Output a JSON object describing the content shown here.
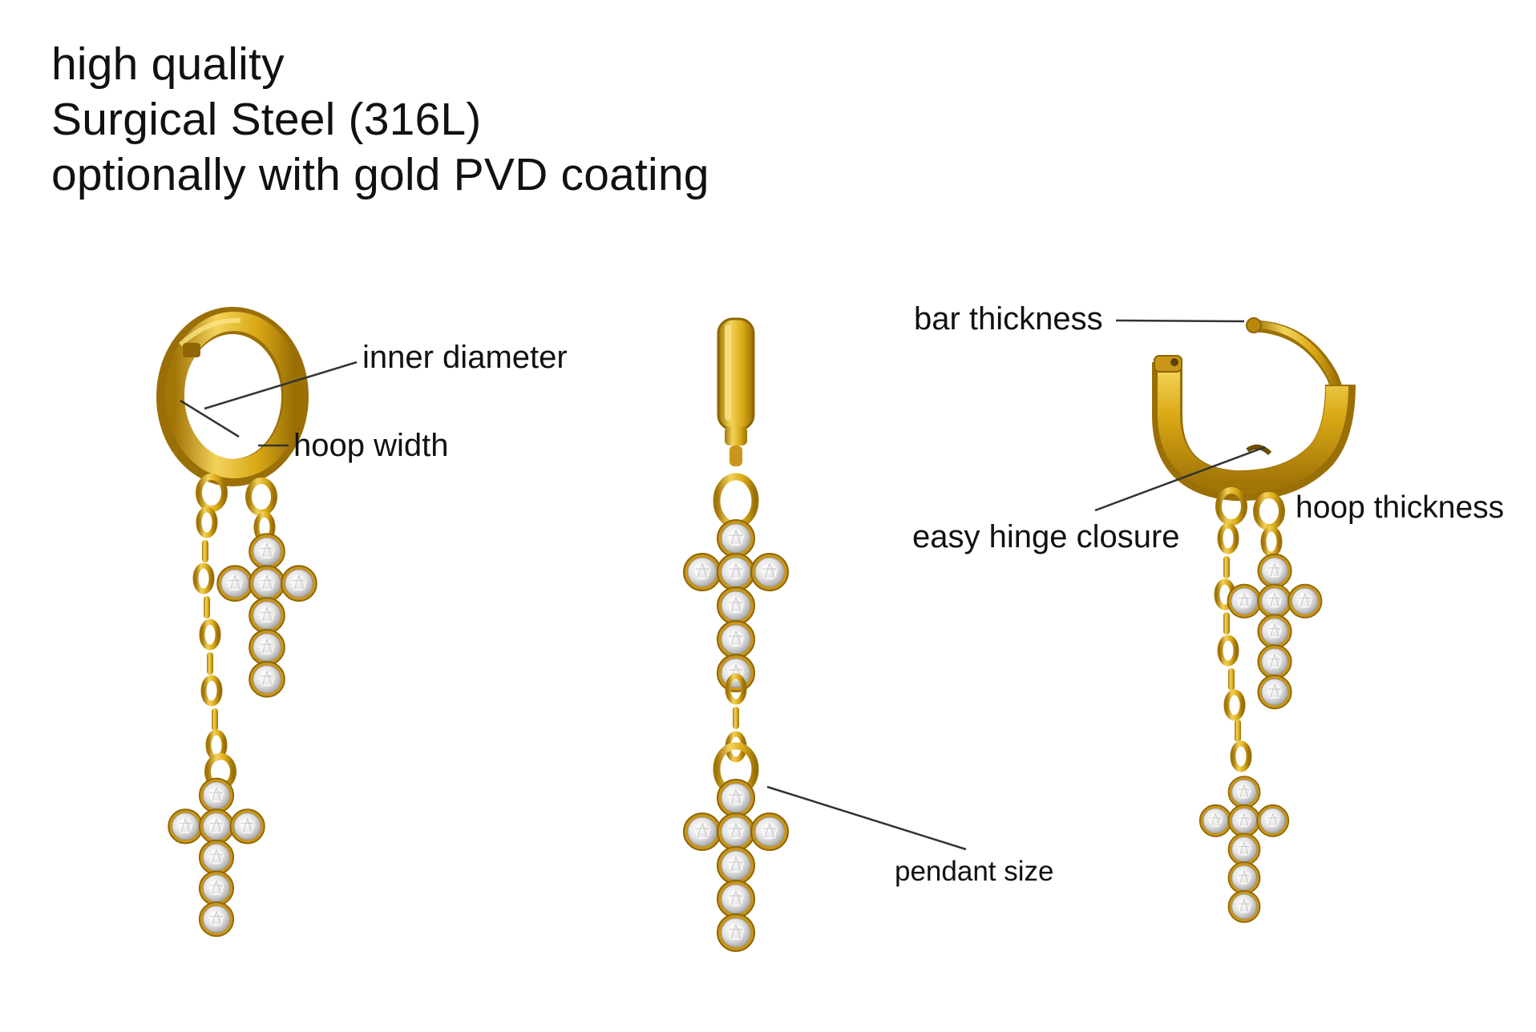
{
  "headline": {
    "line1": "high quality",
    "line2": "Surgical Steel (316L)",
    "line3": "optionally with gold PVD coating"
  },
  "labels": {
    "inner_diameter": "inner diameter",
    "hoop_width": "hoop width",
    "pendant_size": "pendant size",
    "bar_thickness": "bar thickness",
    "easy_hinge_closure": "easy hinge closure",
    "hoop_thickness": "hoop thickness"
  },
  "colors": {
    "gold": "#d6a413",
    "gold_dark": "#a27507",
    "gold_light": "#f3d25a",
    "crystal": "#e6e6e6",
    "leader_line": "#333333"
  },
  "icons": {
    "product": "cross-pendant-hoop-earring-icon"
  }
}
